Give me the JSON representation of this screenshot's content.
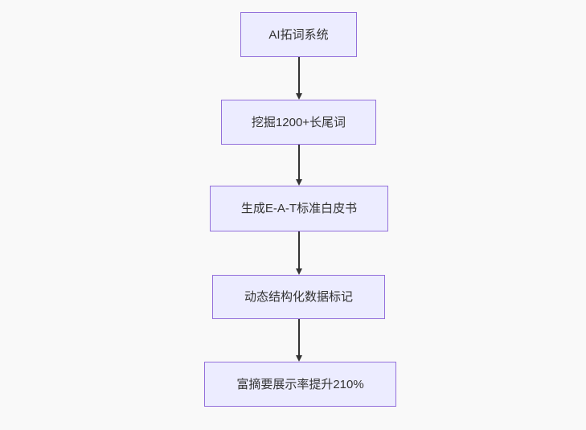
{
  "diagram": {
    "type": "flowchart",
    "direction": "top-down",
    "nodes": [
      {
        "id": "A",
        "label": "AI拓词系统"
      },
      {
        "id": "B",
        "label": "挖掘1200+长尾词"
      },
      {
        "id": "C",
        "label": "生成E-A-T标准白皮书"
      },
      {
        "id": "D",
        "label": "动态结构化数据标记"
      },
      {
        "id": "E",
        "label": "富摘要展示率提升210%"
      }
    ],
    "edges": [
      {
        "from": "A",
        "to": "B"
      },
      {
        "from": "B",
        "to": "C"
      },
      {
        "from": "C",
        "to": "D"
      },
      {
        "from": "D",
        "to": "E"
      }
    ],
    "colors": {
      "background": "#f9f9f9",
      "node_fill": "#ECECFF",
      "node_border": "#9370DB",
      "text": "#333333",
      "arrow": "#333333"
    }
  }
}
